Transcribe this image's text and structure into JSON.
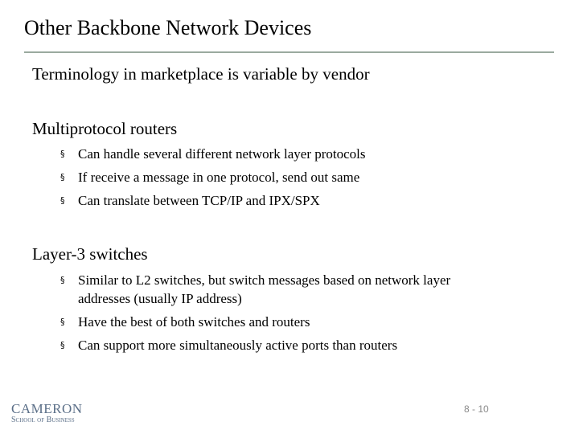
{
  "slide": {
    "title": "Other Backbone Network Devices",
    "points": [
      {
        "text": "Terminology in marketplace is variable by vendor"
      },
      {
        "text": "Multiprotocol routers",
        "subpoints": [
          "Can handle several different network layer protocols",
          "If receive a message in one protocol, send out same",
          "Can translate between TCP/IP and IPX/SPX"
        ]
      },
      {
        "text": "Layer-3 switches",
        "subpoints": [
          "Similar to L2 switches, but switch messages based on network layer",
          "addresses (usually IP address)",
          "Have the best of both switches and routers",
          "Can support more simultaneously active ports than routers"
        ]
      }
    ],
    "bullet_glyph": "§"
  },
  "footer": {
    "logo_main": "CAMERON",
    "logo_sub": "School of Business",
    "page_number": "8 - 10"
  },
  "colors": {
    "rule": "#9aaa9f",
    "logo": "#5b6f88",
    "page_number": "#8a8a8a"
  }
}
